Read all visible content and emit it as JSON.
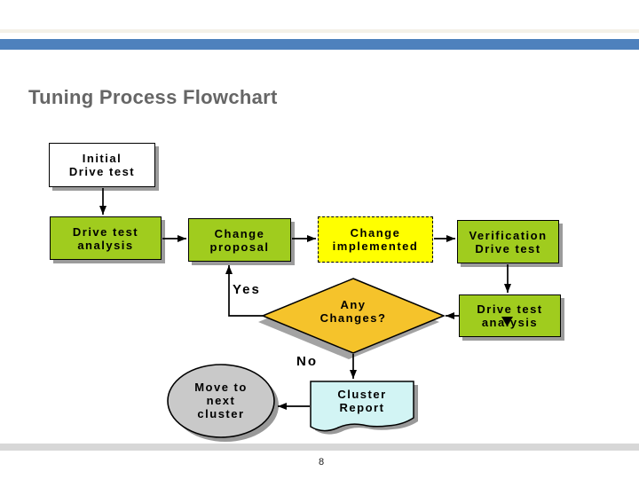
{
  "slide": {
    "title": "Tuning Process Flowchart",
    "page_number": "8"
  },
  "colors": {
    "top_accent_bar": "#4E81BD",
    "top_divider": "#F4F1E8",
    "footer_bar": "#D7D7D7",
    "title_text": "#666666",
    "box_green": "#A0CC1E",
    "box_yellow": "#FFFF00",
    "box_white": "#FFFFFF",
    "diamond_gold": "#F5C32B",
    "ellipse_gray": "#C9C9C9",
    "document_cyan": "#D2F4F4",
    "shadow_gray": "#999999"
  },
  "flowchart": {
    "nodes": {
      "initial": {
        "label": "Initial\nDrive test"
      },
      "analysis_left": {
        "label": "Drive test\nanalysis"
      },
      "proposal": {
        "label": "Change\nproposal"
      },
      "implemented": {
        "label": "Change\nimplemented"
      },
      "verification": {
        "label": "Verification\nDrive test"
      },
      "analysis_right": {
        "label": "Drive test\nanalysis"
      },
      "decision": {
        "label": "Any\nChanges?"
      },
      "move_next": {
        "label": "Move to\nnext\ncluster"
      },
      "report": {
        "label": "Cluster\nReport"
      }
    },
    "edge_labels": {
      "yes": "Yes",
      "no": "No"
    }
  }
}
